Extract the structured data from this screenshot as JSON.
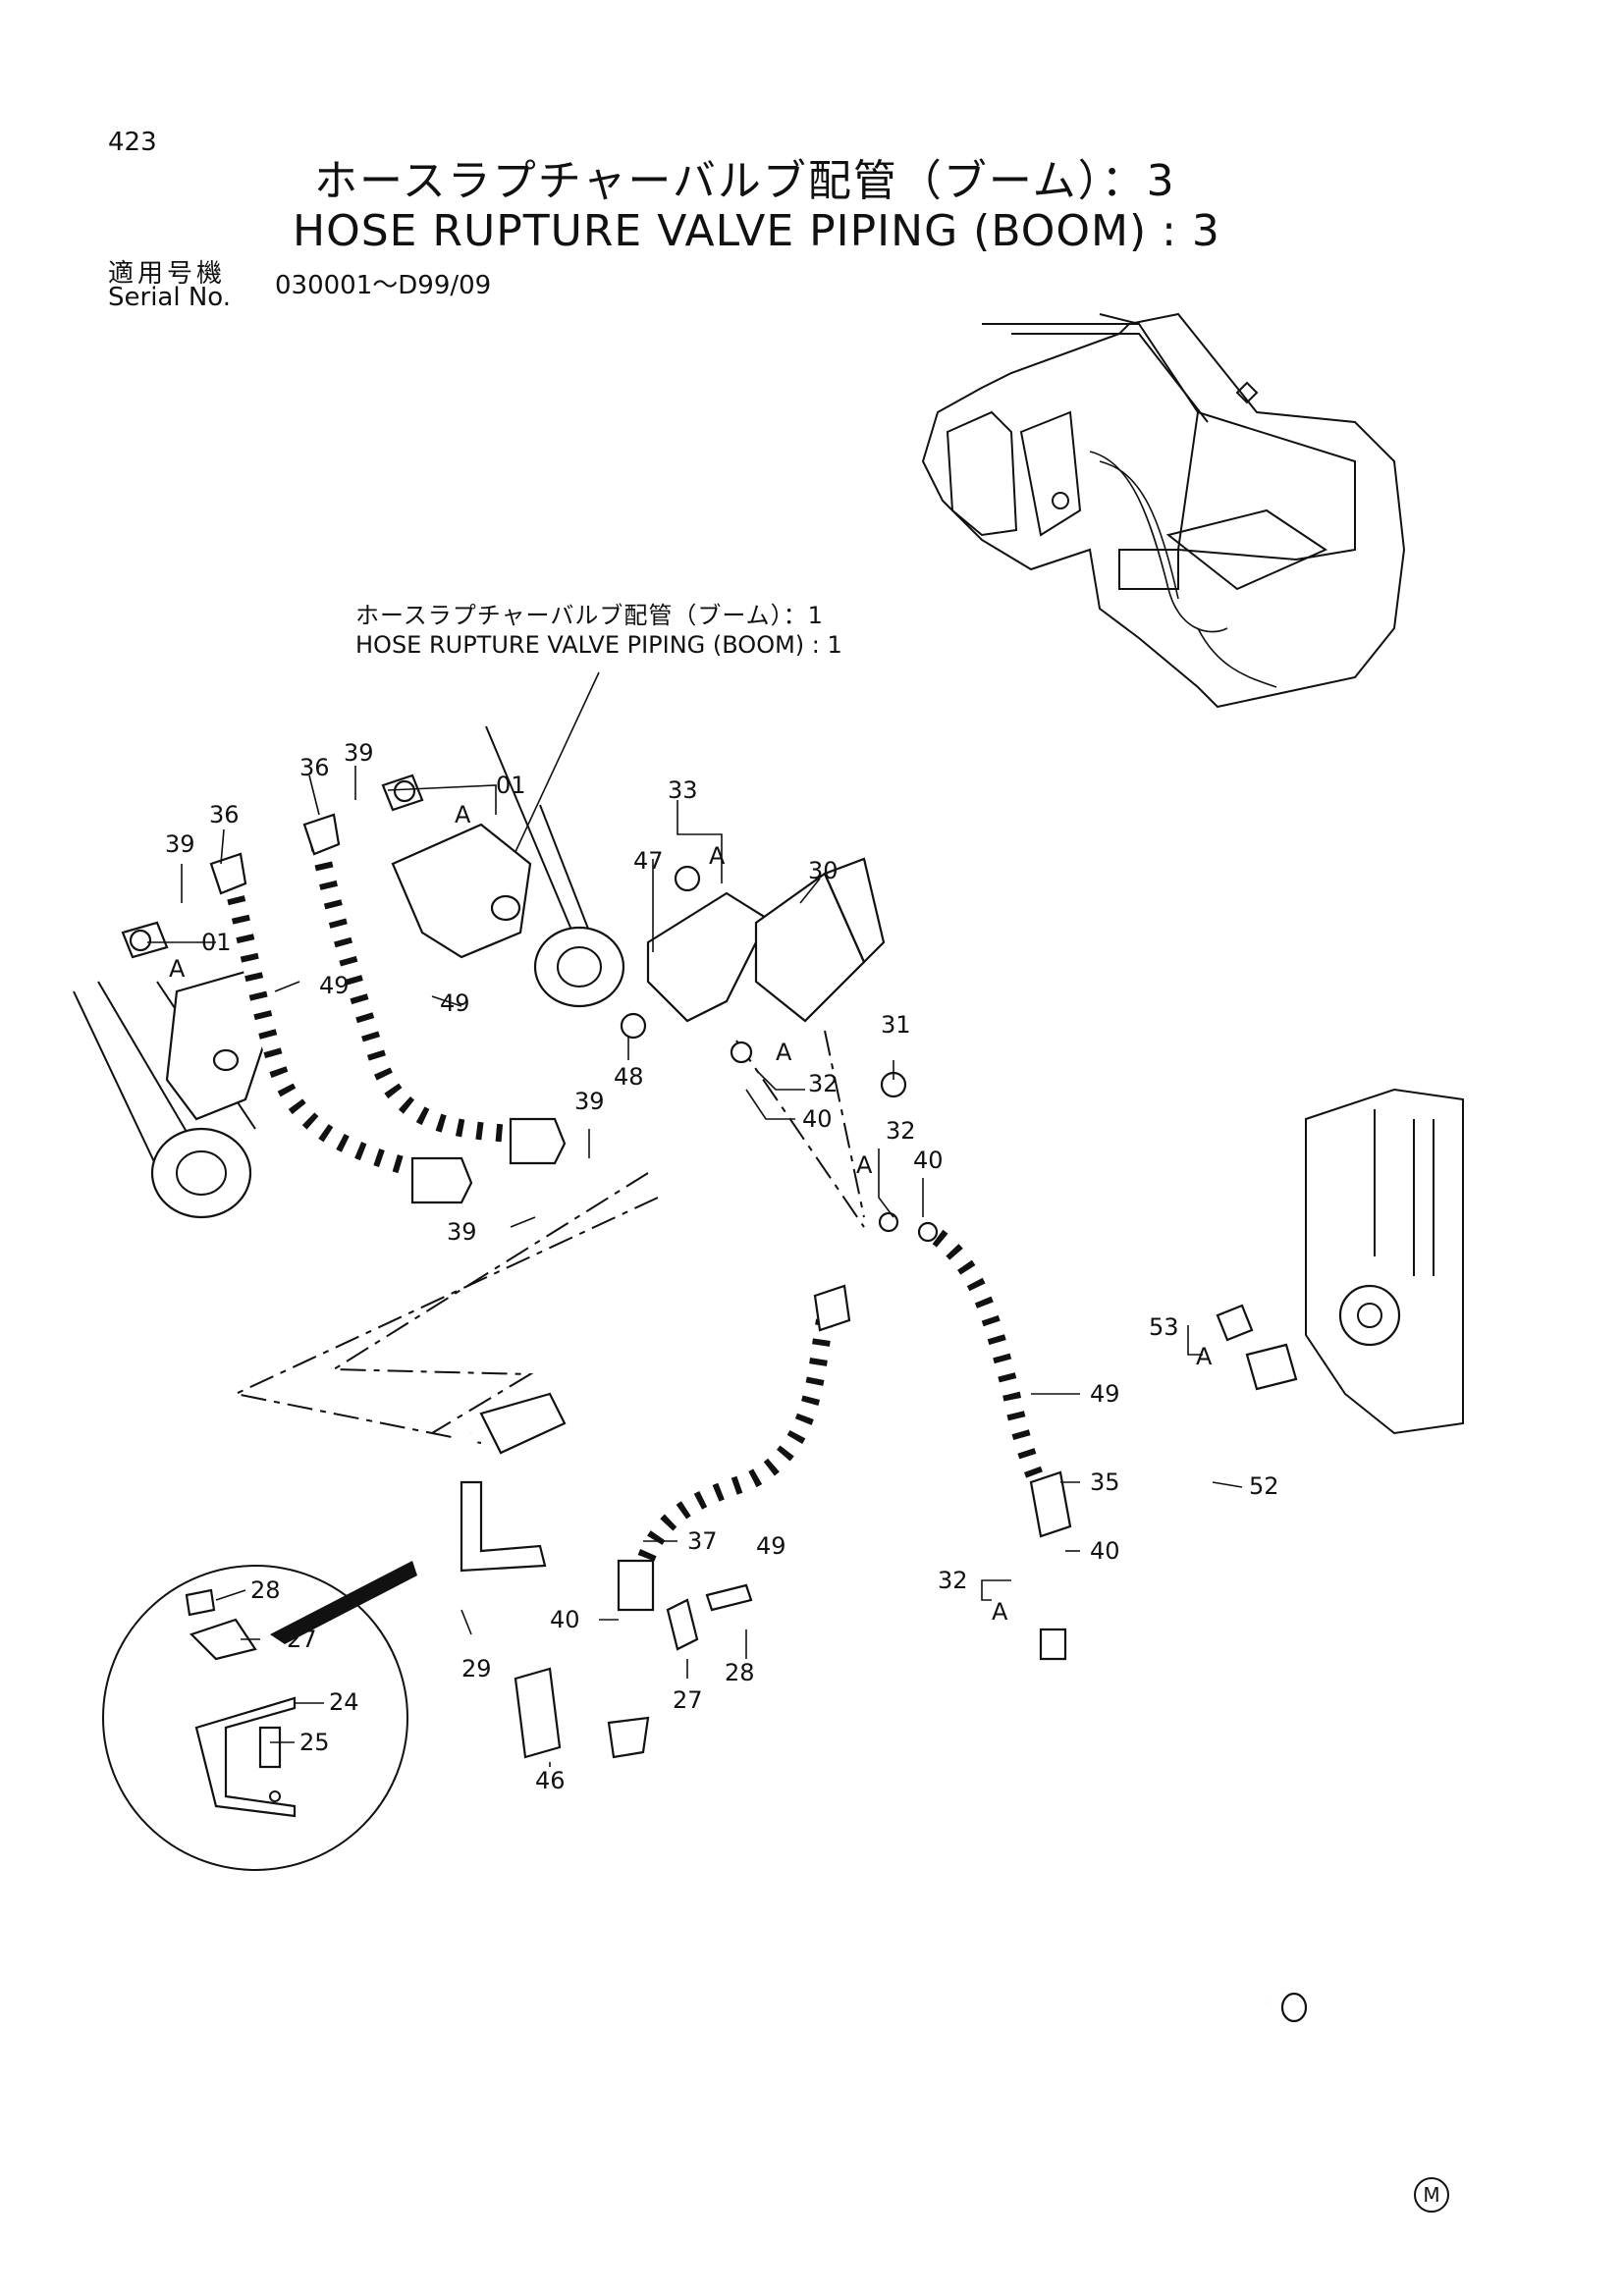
{
  "header": {
    "page_number": "423",
    "title_jp": "ホースラプチャーバルブ配管（ブーム）：3",
    "title_en": "HOSE RUPTURE VALVE PIPING (BOOM) : 3",
    "serial_label_jp": "適用号機",
    "serial_label_en": "Serial No.",
    "serial_range": "030001～D99/09"
  },
  "reference": {
    "title_jp": "ホースラプチャーバルブ配管（ブーム）：1",
    "title_en": "HOSE RUPTURE VALVE PIPING (BOOM) : 1"
  },
  "callouts": {
    "c36a": "36",
    "c39a": "39",
    "c01a": "01",
    "cAa": "A",
    "c36b": "36",
    "c39b": "39",
    "c01b": "01",
    "cAb": "A",
    "c49a": "49",
    "c49b": "49",
    "c39c": "39",
    "c39d": "39",
    "c33": "33",
    "cAc": "A",
    "c47": "47",
    "c30": "30",
    "c48": "48",
    "cAd": "A",
    "c32a": "32",
    "c31": "31",
    "c40a": "40",
    "c32b": "32",
    "c40b": "40",
    "cAe": "A",
    "c53": "53",
    "cAf": "A",
    "c49c": "49",
    "c35": "35",
    "c52": "52",
    "c40c": "40",
    "c32c": "32",
    "cAg": "A",
    "c37": "37",
    "c49d": "49",
    "c29": "29",
    "c40d": "40",
    "c28a": "28",
    "c27a": "27",
    "c46": "46",
    "c28b": "28",
    "c27b": "27",
    "c24": "24",
    "c25": "25"
  },
  "footer": {
    "mark": "M"
  }
}
